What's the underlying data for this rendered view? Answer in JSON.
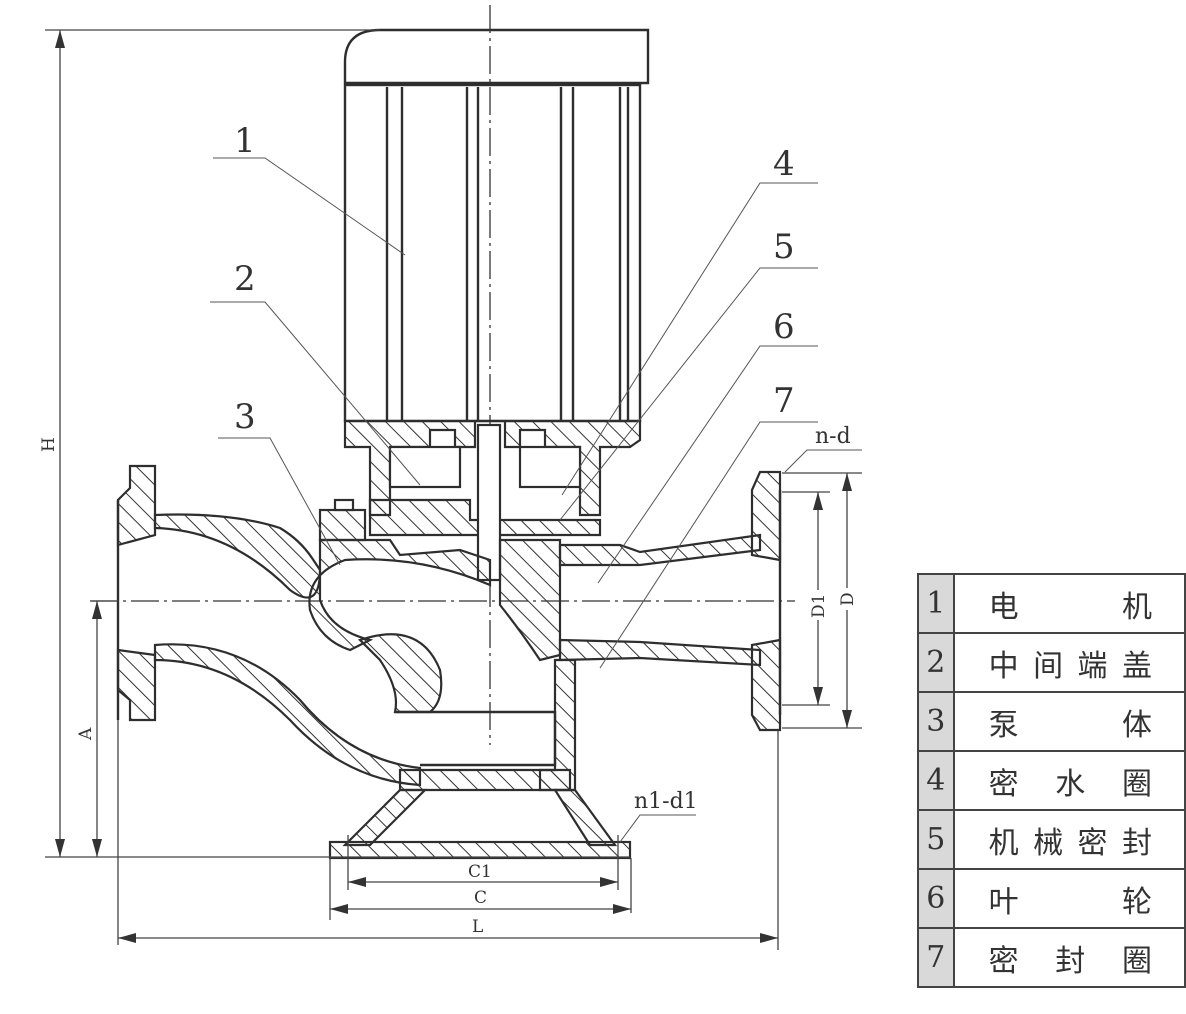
{
  "callouts": [
    "1",
    "2",
    "3",
    "4",
    "5",
    "6",
    "7"
  ],
  "dimensions": {
    "H": "H",
    "A": "A",
    "n_d": "n-d",
    "n1_d1": "n1-d1",
    "D1": "D1",
    "D": "D",
    "C1": "C1",
    "C": "C",
    "L": "L"
  },
  "parts": [
    {
      "no": "1",
      "name": "电　　机"
    },
    {
      "no": "2",
      "name": "中间端盖"
    },
    {
      "no": "3",
      "name": "泵　　体"
    },
    {
      "no": "4",
      "name": "密水圈"
    },
    {
      "no": "5",
      "name": "机械密封"
    },
    {
      "no": "6",
      "name": "叶　　轮"
    },
    {
      "no": "7",
      "name": "密封圈"
    }
  ],
  "colors": {
    "line": "#2e2e2e",
    "table_number_bg": "#d9d9d9"
  }
}
